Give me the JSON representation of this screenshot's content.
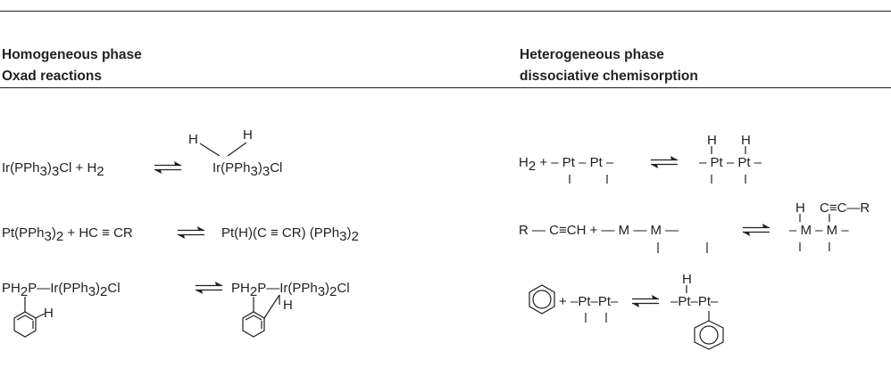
{
  "table": {
    "left_header": {
      "line1": "Homogeneous phase",
      "line2": "Oxad reactions"
    },
    "right_header": {
      "line1": "Heterogeneous phase",
      "line2": "dissociative chemisorption"
    }
  },
  "left_reactions": {
    "r1": {
      "reactant_a": "Ir(PPh",
      "reactant_b": ")",
      "reactant_c": "Cl + H",
      "h_left": "H",
      "h_right": "H",
      "product_a": "Ir(PPh",
      "product_b": ")",
      "product_c": "Cl",
      "sub3": "3",
      "sub2": "2"
    },
    "r2": {
      "reactant_a": "Pt(PPh",
      "reactant_b": ")",
      "reactant_c": " + HC ≡ CR",
      "product_a": "Pt(H)(C ≡ CR) (PPh",
      "product_b": ")",
      "sub3": "3",
      "sub2": "2"
    },
    "r3": {
      "reactant_a": "PH",
      "reactant_b": "P—Ir(PPh",
      "reactant_c": ")",
      "reactant_d": "Cl",
      "h_aryl": "H",
      "product_a": "PH",
      "product_b": "P—Ir(PPh",
      "product_c": ")",
      "product_d": "Cl",
      "h_product": "H",
      "sub3": "3",
      "sub2": "2"
    }
  },
  "right_reactions": {
    "r1": {
      "h2": "H",
      "sub2": "2",
      "reactant": " + – Pt – Pt –",
      "product": "– Pt – Pt –",
      "h1": "H",
      "h2b": "H"
    },
    "r2": {
      "reactant": "R — C≡CH + — M — M —",
      "product": "– M – M –",
      "h": "H",
      "alkyne": "C≡C—R"
    },
    "r3": {
      "plus": "+",
      "reactant": "–Pt–Pt–",
      "product": "–Pt–Pt–",
      "h": "H"
    }
  }
}
